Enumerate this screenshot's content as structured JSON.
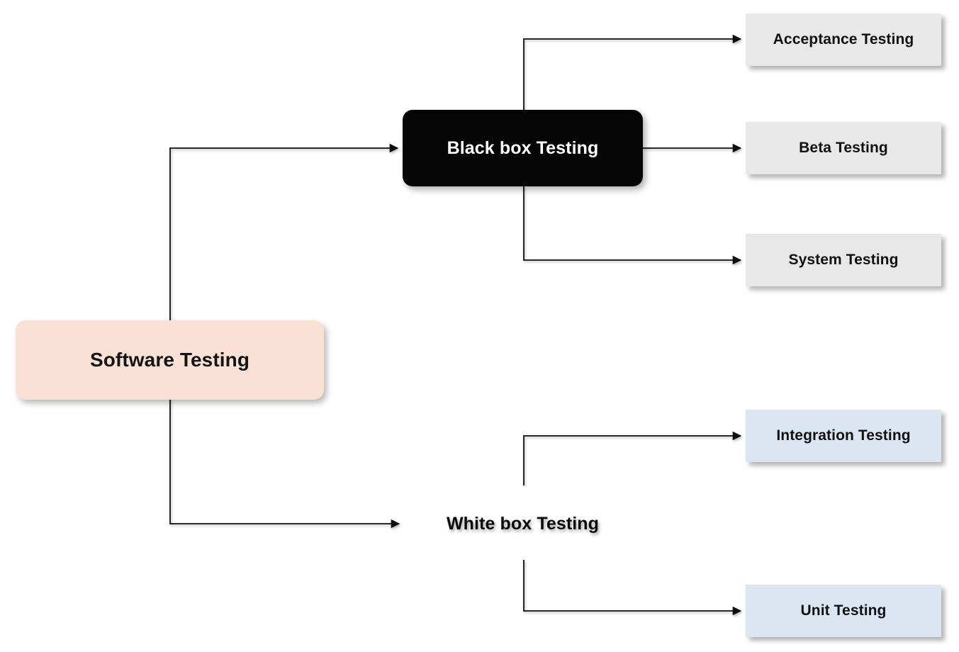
{
  "diagram": {
    "title": "Software Testing types hierarchy",
    "background_color": "#ffffff",
    "edge_color": "#111111",
    "colors": {
      "root_fill": "#f9e2d5",
      "blackbox_fill": "#050505",
      "blackbox_text": "#ffffff",
      "gray_leaf_fill": "#e8e8e8",
      "blue_leaf_fill": "#dce6f2",
      "text": "#111111"
    },
    "nodes": {
      "root": {
        "label": "Software Testing"
      },
      "black_box": {
        "label": "Black box Testing"
      },
      "white_box": {
        "label": "White box Testing"
      },
      "acceptance": {
        "label": "Acceptance Testing"
      },
      "beta": {
        "label": "Beta Testing"
      },
      "system": {
        "label": "System Testing"
      },
      "integration": {
        "label": "Integration Testing"
      },
      "unit": {
        "label": "Unit Testing"
      }
    },
    "edges": [
      {
        "from": "root",
        "to": "black_box",
        "style": "elbow",
        "arrow": true
      },
      {
        "from": "root",
        "to": "white_box",
        "style": "elbow",
        "arrow": true
      },
      {
        "from": "black_box",
        "to": "acceptance",
        "style": "elbow",
        "arrow": true
      },
      {
        "from": "black_box",
        "to": "beta",
        "style": "straight",
        "arrow": true
      },
      {
        "from": "black_box",
        "to": "system",
        "style": "elbow",
        "arrow": true
      },
      {
        "from": "white_box",
        "to": "integration",
        "style": "elbow",
        "arrow": true
      },
      {
        "from": "white_box",
        "to": "unit",
        "style": "elbow",
        "arrow": true
      }
    ]
  }
}
